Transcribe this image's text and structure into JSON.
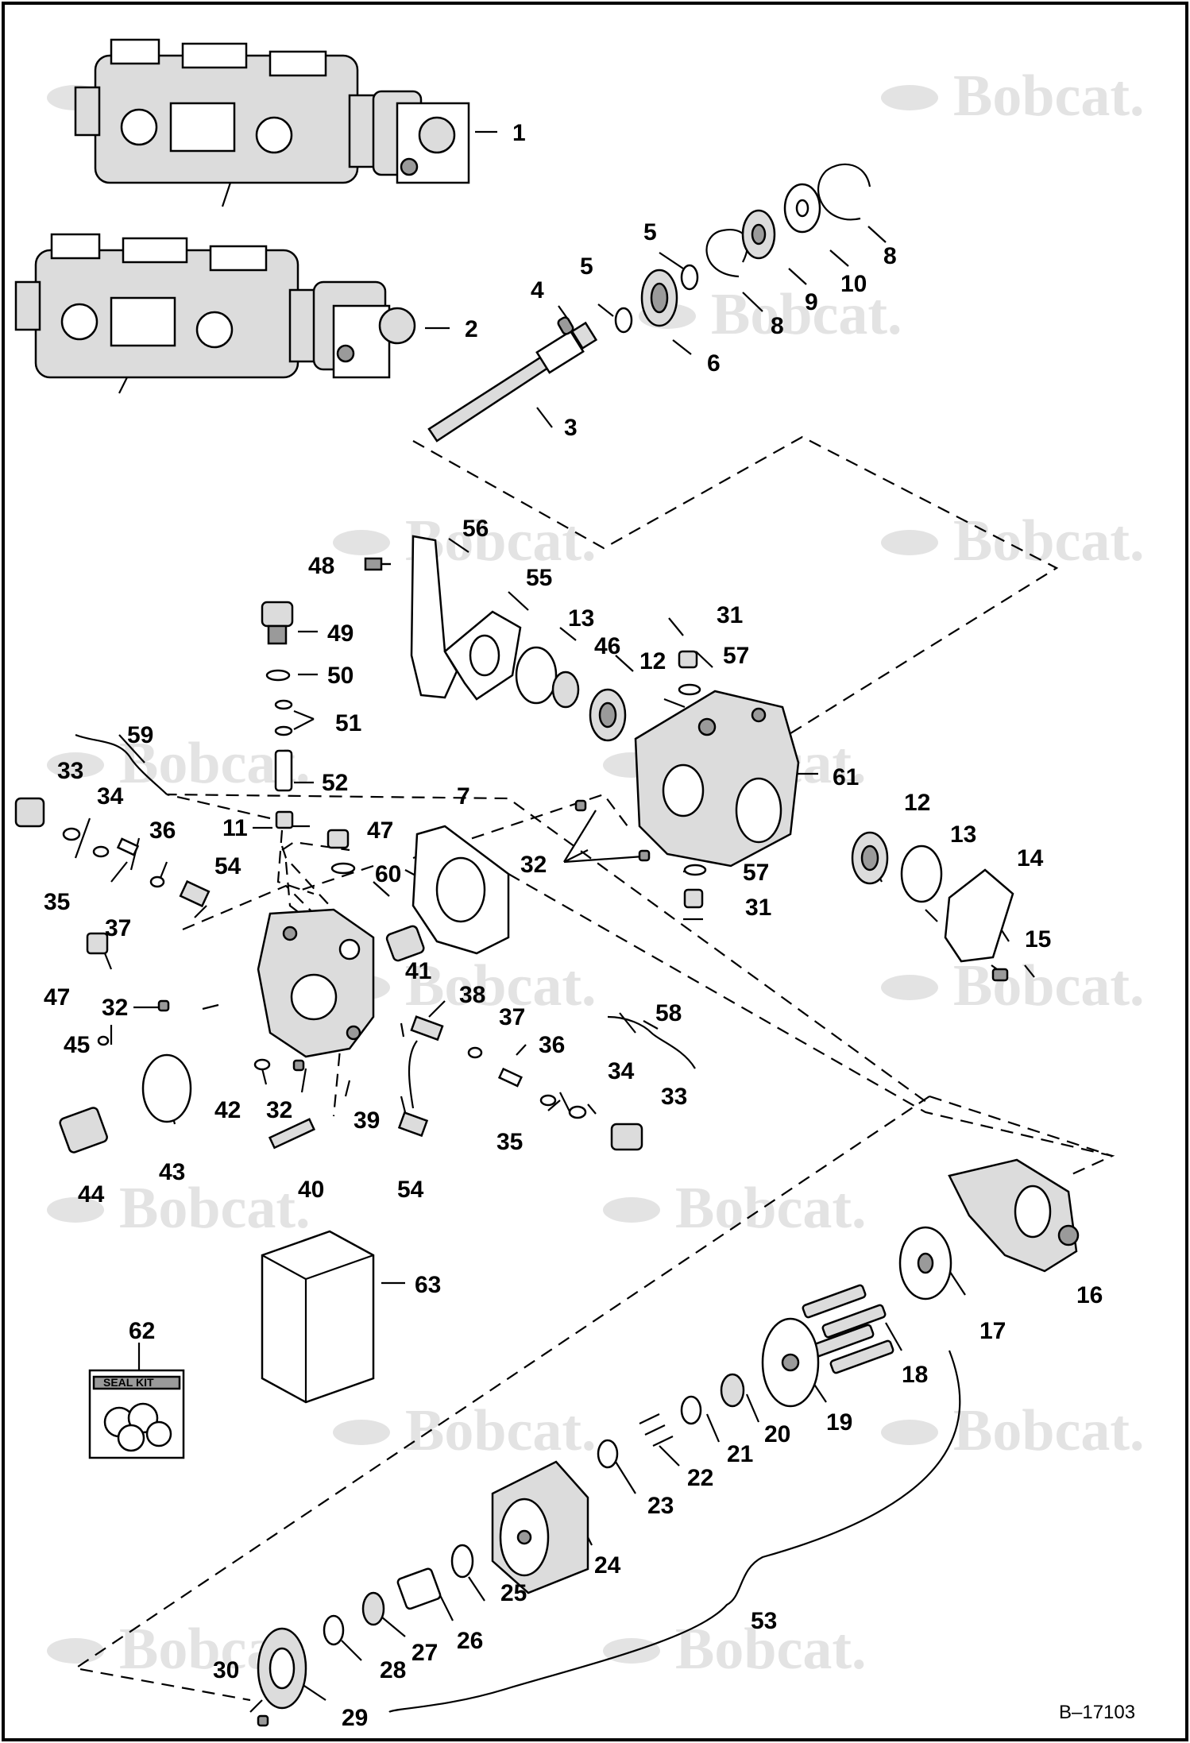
{
  "figure_ref": "B–17103",
  "watermark": "Bobcat.",
  "seal_kit_label": "SEAL KIT",
  "callouts": [
    {
      "id": "c1",
      "text": "1"
    },
    {
      "id": "c2",
      "text": "2"
    },
    {
      "id": "c3",
      "text": "3"
    },
    {
      "id": "c4",
      "text": "4"
    },
    {
      "id": "c5a",
      "text": "5"
    },
    {
      "id": "c5b",
      "text": "5"
    },
    {
      "id": "c6",
      "text": "6"
    },
    {
      "id": "c7",
      "text": "7"
    },
    {
      "id": "c8a",
      "text": "8"
    },
    {
      "id": "c8b",
      "text": "8"
    },
    {
      "id": "c9",
      "text": "9"
    },
    {
      "id": "c10",
      "text": "10"
    },
    {
      "id": "c11",
      "text": "11"
    },
    {
      "id": "c12a",
      "text": "12"
    },
    {
      "id": "c12b",
      "text": "12"
    },
    {
      "id": "c13a",
      "text": "13"
    },
    {
      "id": "c13b",
      "text": "13"
    },
    {
      "id": "c14",
      "text": "14"
    },
    {
      "id": "c15",
      "text": "15"
    },
    {
      "id": "c16",
      "text": "16"
    },
    {
      "id": "c17",
      "text": "17"
    },
    {
      "id": "c18",
      "text": "18"
    },
    {
      "id": "c19",
      "text": "19"
    },
    {
      "id": "c20",
      "text": "20"
    },
    {
      "id": "c21",
      "text": "21"
    },
    {
      "id": "c22",
      "text": "22"
    },
    {
      "id": "c23",
      "text": "23"
    },
    {
      "id": "c24",
      "text": "24"
    },
    {
      "id": "c25",
      "text": "25"
    },
    {
      "id": "c26",
      "text": "26"
    },
    {
      "id": "c27",
      "text": "27"
    },
    {
      "id": "c28",
      "text": "28"
    },
    {
      "id": "c29",
      "text": "29"
    },
    {
      "id": "c30",
      "text": "30"
    },
    {
      "id": "c31a",
      "text": "31"
    },
    {
      "id": "c31b",
      "text": "31"
    },
    {
      "id": "c32a",
      "text": "32"
    },
    {
      "id": "c32b",
      "text": "32"
    },
    {
      "id": "c32c",
      "text": "32"
    },
    {
      "id": "c33a",
      "text": "33"
    },
    {
      "id": "c33b",
      "text": "33"
    },
    {
      "id": "c34a",
      "text": "34"
    },
    {
      "id": "c34b",
      "text": "34"
    },
    {
      "id": "c35a",
      "text": "35"
    },
    {
      "id": "c35b",
      "text": "35"
    },
    {
      "id": "c36a",
      "text": "36"
    },
    {
      "id": "c36b",
      "text": "36"
    },
    {
      "id": "c37a",
      "text": "37"
    },
    {
      "id": "c37b",
      "text": "37"
    },
    {
      "id": "c38",
      "text": "38"
    },
    {
      "id": "c39",
      "text": "39"
    },
    {
      "id": "c40",
      "text": "40"
    },
    {
      "id": "c41",
      "text": "41"
    },
    {
      "id": "c42",
      "text": "42"
    },
    {
      "id": "c43",
      "text": "43"
    },
    {
      "id": "c44",
      "text": "44"
    },
    {
      "id": "c45",
      "text": "45"
    },
    {
      "id": "c46",
      "text": "46"
    },
    {
      "id": "c47a",
      "text": "47"
    },
    {
      "id": "c47b",
      "text": "47"
    },
    {
      "id": "c48",
      "text": "48"
    },
    {
      "id": "c49",
      "text": "49"
    },
    {
      "id": "c50",
      "text": "50"
    },
    {
      "id": "c51",
      "text": "51"
    },
    {
      "id": "c52",
      "text": "52"
    },
    {
      "id": "c53",
      "text": "53"
    },
    {
      "id": "c54a",
      "text": "54"
    },
    {
      "id": "c54b",
      "text": "54"
    },
    {
      "id": "c55",
      "text": "55"
    },
    {
      "id": "c56",
      "text": "56"
    },
    {
      "id": "c57a",
      "text": "57"
    },
    {
      "id": "c57b",
      "text": "57"
    },
    {
      "id": "c58",
      "text": "58"
    },
    {
      "id": "c59",
      "text": "59"
    },
    {
      "id": "c60",
      "text": "60"
    },
    {
      "id": "c61",
      "text": "61"
    },
    {
      "id": "c62",
      "text": "62"
    },
    {
      "id": "c63",
      "text": "63"
    }
  ]
}
